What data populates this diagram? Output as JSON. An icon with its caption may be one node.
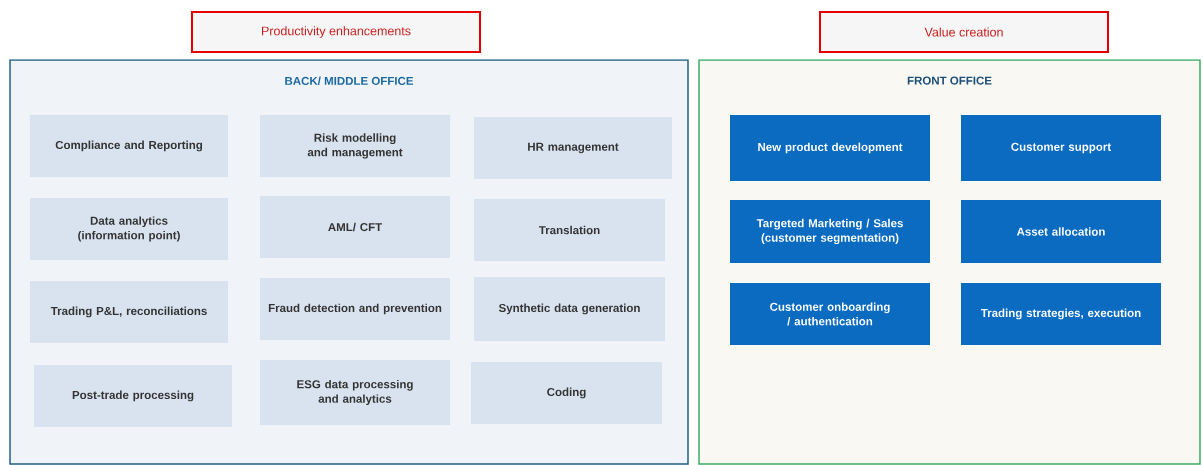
{
  "diagram": {
    "nodes": [
      {
        "text": [
          "Productivity enhancements"
        ]
      },
      {
        "text": [
          "Value creation"
        ]
      },
      {
        "text": [
          "BACK/ MIDDLE OFFICE"
        ]
      },
      {
        "text": [
          "Compliance and Reporting"
        ],
        "in": 2
      },
      {
        "text": [
          "Risk modelling and management"
        ],
        "in": 2
      },
      {
        "text": [
          "HR management"
        ],
        "in": 2
      },
      {
        "text": [
          "Data analytics (information point)"
        ],
        "in": 2
      },
      {
        "text": [
          "AML/ CFT"
        ],
        "in": 2
      },
      {
        "text": [
          "Translation"
        ],
        "in": 2
      },
      {
        "text": [
          "Trading P&L, reconciliations"
        ],
        "in": 2
      },
      {
        "text": [
          "Fraud detection and prevention"
        ],
        "in": 2
      },
      {
        "text": [
          "Synthetic data generation"
        ],
        "in": 2
      },
      {
        "text": [
          "Post-trade processing"
        ],
        "in": 2
      },
      {
        "text": [
          "ESG data processing and analytics"
        ],
        "in": 2
      },
      {
        "text": [
          "Coding"
        ],
        "in": 2
      },
      {
        "text": [
          "FRONT OFFICE"
        ]
      },
      {
        "text": [
          "New product development"
        ],
        "in": 15
      },
      {
        "text": [
          "Customer support"
        ],
        "in": 15
      },
      {
        "text": [
          "Targeted Marketing / Sales (customer segmentation)"
        ],
        "in": 15
      },
      {
        "text": [
          "Asset allocation"
        ],
        "in": 15
      },
      {
        "text": [
          "Customer onboarding / authentication"
        ],
        "in": 15
      },
      {
        "text": [
          "Trading strategies, execution"
        ],
        "in": 15
      }
    ]
  }
}
